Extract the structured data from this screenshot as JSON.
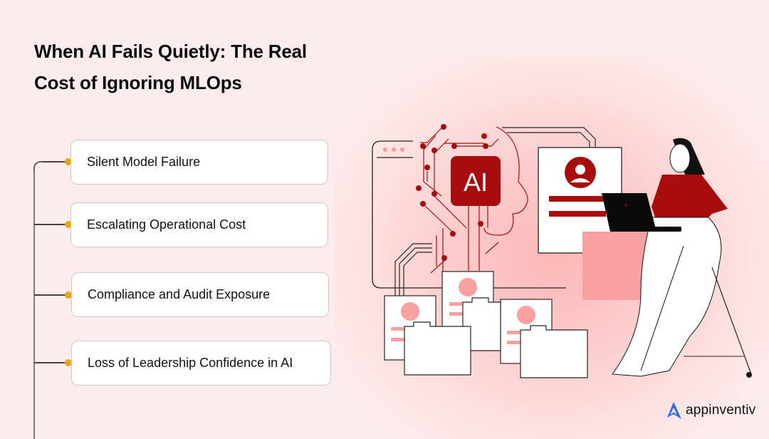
{
  "title": {
    "line1": "When AI Fails Quietly: The Real",
    "line2": "Cost of Ignoring MLOps"
  },
  "items": [
    {
      "label": "Silent Model Failure"
    },
    {
      "label": "Escalating Operational Cost"
    },
    {
      "label": "Compliance and Audit Exposure"
    },
    {
      "label": "Loss of Leadership Confidence in AI"
    }
  ],
  "illustration": {
    "ai_chip_label": "AI",
    "icons": [
      "browser-window-icon",
      "ai-head-icon",
      "profile-document-icon",
      "laptop-icon",
      "folder-icon"
    ]
  },
  "brand": {
    "name": "appinventiv",
    "logo_color": "#2a6ae8"
  },
  "colors": {
    "background": "#fdeced",
    "accent_red": "#a80d0d",
    "accent_pink": "#f9a0a0",
    "bullet_yellow": "#e8a70b"
  }
}
